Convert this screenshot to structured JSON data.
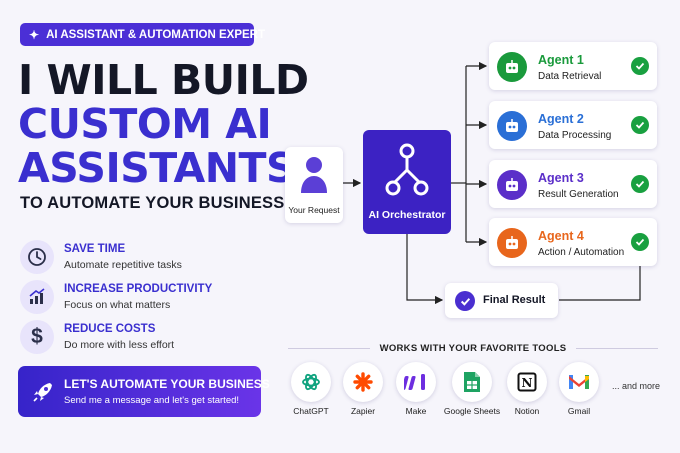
{
  "badge": {
    "text": "AI ASSISTANT & AUTOMATION EXPERT",
    "icon": "sparkle-icon"
  },
  "headline": {
    "line1": "I WILL BUILD",
    "line2": "CUSTOM AI",
    "line3": "ASSISTANTS",
    "subline": "TO AUTOMATE YOUR BUSINESS"
  },
  "benefits": [
    {
      "title": "SAVE TIME",
      "desc": "Automate repetitive tasks",
      "icon": "clock-icon"
    },
    {
      "title": "INCREASE PRODUCTIVITY",
      "desc": "Focus on what matters",
      "icon": "growth-chart-icon"
    },
    {
      "title": "REDUCE COSTS",
      "desc": "Do more with less effort",
      "icon": "dollar-icon"
    }
  ],
  "cta": {
    "title": "LET'S AUTOMATE YOUR BUSINESS",
    "subtitle": "Send me a message and let's get started!",
    "icon": "rocket-icon"
  },
  "flow": {
    "request": "Your Request",
    "orchestrator": "AI Orchestrator",
    "agents": [
      {
        "name": "Agent 1",
        "desc": "Data Retrieval",
        "color": "#1a9a3c"
      },
      {
        "name": "Agent 2",
        "desc": "Data Processing",
        "color": "#2a6fd6"
      },
      {
        "name": "Agent 3",
        "desc": "Result Generation",
        "color": "#5b2fc9"
      },
      {
        "name": "Agent 4",
        "desc": "Action / Automation",
        "color": "#e8661c"
      }
    ],
    "final": "Final Result"
  },
  "tools": {
    "title": "WORKS WITH YOUR FAVORITE TOOLS",
    "items": [
      "ChatGPT",
      "Zapier",
      "Make",
      "Google Sheets",
      "Notion",
      "Gmail"
    ],
    "more": "... and more"
  },
  "colors": {
    "primary": "#3a2fcf",
    "dark": "#141726",
    "success": "#19a040",
    "background": "#f6f5fb"
  }
}
